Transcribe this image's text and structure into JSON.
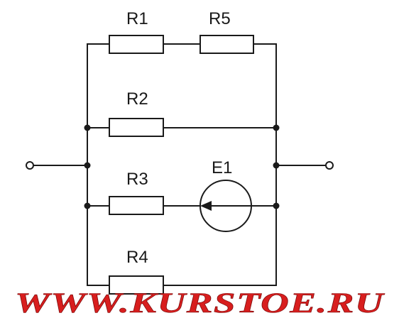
{
  "labels": {
    "r1": "R1",
    "r2": "R2",
    "r3": "R3",
    "r4": "R4",
    "r5": "R5",
    "e1": "E1"
  },
  "watermark": {
    "text": "WWW.KURSTOE.RU",
    "color": "#d81e1e"
  },
  "colors": {
    "wire": "#1a1a1a",
    "background": "#ffffff"
  }
}
